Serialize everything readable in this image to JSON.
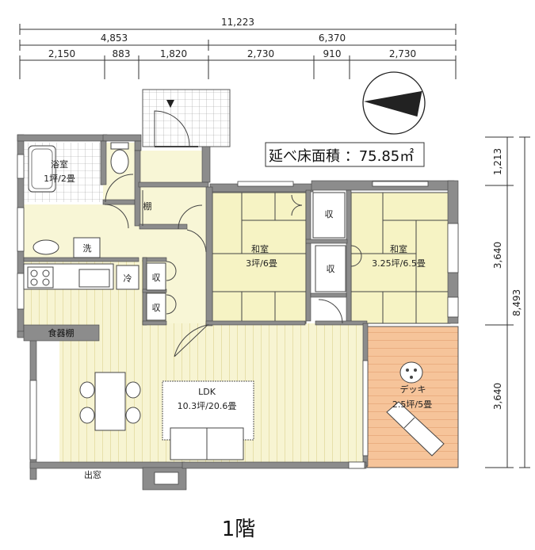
{
  "dimensions": {
    "total_width": "11,223",
    "row2": [
      "4,853",
      "6,370"
    ],
    "row3": [
      "2,150",
      "883",
      "1,820",
      "2,730",
      "910",
      "2,730"
    ],
    "total_height": "8,493",
    "vertical": [
      "1,213",
      "3,640",
      "3,640"
    ]
  },
  "area_label": "延べ床面積 ：75.85㎡",
  "rooms": {
    "bath": "浴室",
    "bath_size": "1坪/2畳",
    "shelf": "棚",
    "wash": "洗",
    "fridge": "冷",
    "storage": "収",
    "washitsu": "和室",
    "washitsu1_size": "3坪/6畳",
    "washitsu2_size": "3.25坪/6.5畳",
    "dish_shelf": "食器棚",
    "ldk": "LDK",
    "ldk_size": "10.3坪/20.6畳",
    "deck": "デッキ",
    "deck_size": "2.5坪/5畳",
    "bay_window": "出窓"
  },
  "floor_title": "1階",
  "colors": {
    "tatami": "#f6f3c4",
    "wood": "#f7f4d2",
    "deck": "#f6c49a",
    "wall": "#8c8c8c"
  }
}
